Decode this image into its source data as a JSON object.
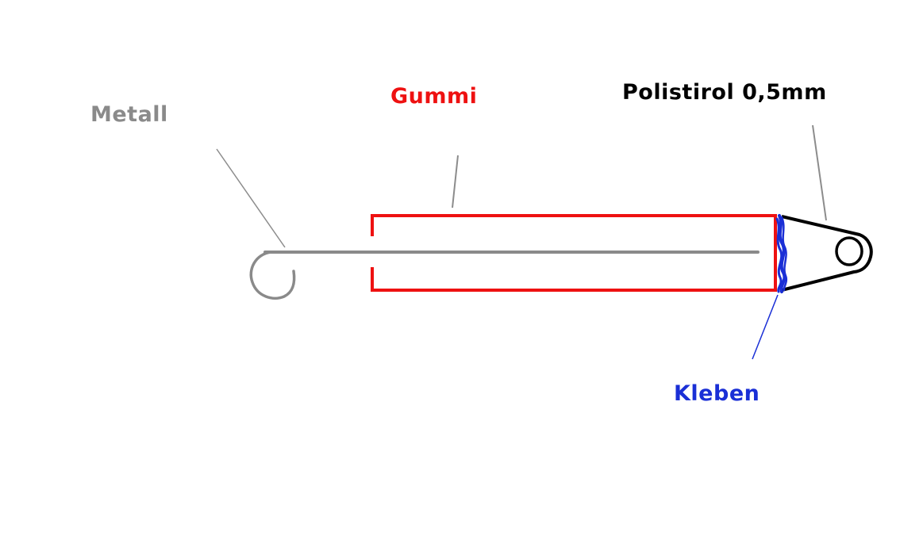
{
  "labels": {
    "metall": "Metall",
    "gummi": "Gummi",
    "polistirol": "Polistirol 0,5mm",
    "kleben": "Kleben"
  },
  "colors": {
    "metall": "#8a8a8a",
    "gummi": "#ee1111",
    "polistirol": "#000000",
    "kleben": "#1a2fd6",
    "leader": "#8c8c8c",
    "background": "#ffffff"
  }
}
